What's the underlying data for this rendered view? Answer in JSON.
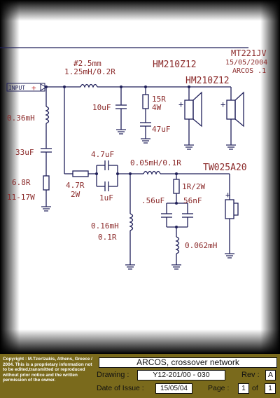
{
  "schematic": {
    "model": "MT221JV",
    "date": "15/05/2004",
    "brand": "ARCOS .1",
    "woofer1": "HM210Z12",
    "woofer2": "HM210Z12",
    "tweeter": "TW025A20",
    "input_label": "INPUT",
    "plus_sign": "+",
    "wire_gauge": "#2.5mm",
    "l1": "1.25mH/0.2R",
    "c_10uf": "10uF",
    "r_15r": "15R",
    "r_4w": "4W",
    "c_47uf": "47uF",
    "l_036": "0.36mH",
    "c_33uf": "33uF",
    "r_68": "6.8R",
    "r_1117": "11-17W",
    "r_47r": "4.7R",
    "r_2w": "2W",
    "c_47uf_small": "4.7uF",
    "c_1uf": "1uF",
    "l_005": "0.05mH/0.1R",
    "r_1r": "1R/2W",
    "c_056": ".56uF",
    "c_56nf": "56nF",
    "l_016": "0.16mH",
    "l_016_r": "0.1R",
    "l_0062": "0.062mH"
  },
  "title_block": {
    "copyright": "Copyright : M.Tzortzakis, Athens, Greece / 2004. This is a proprietary information not to be edited,transmitted or reproduced without prior notice and the written permission of the owner.",
    "title": "ARCOS, crossover network",
    "drawing_label": "Drawing :",
    "drawing_number": "Y12-201/00 - 030",
    "rev_label": "Rev :",
    "rev_value": "A",
    "date_label": "Date of Issue :",
    "date_value": "15/05/04",
    "page_label": "Page :",
    "page_value": "1",
    "of_label": "of",
    "page_total": "1"
  }
}
